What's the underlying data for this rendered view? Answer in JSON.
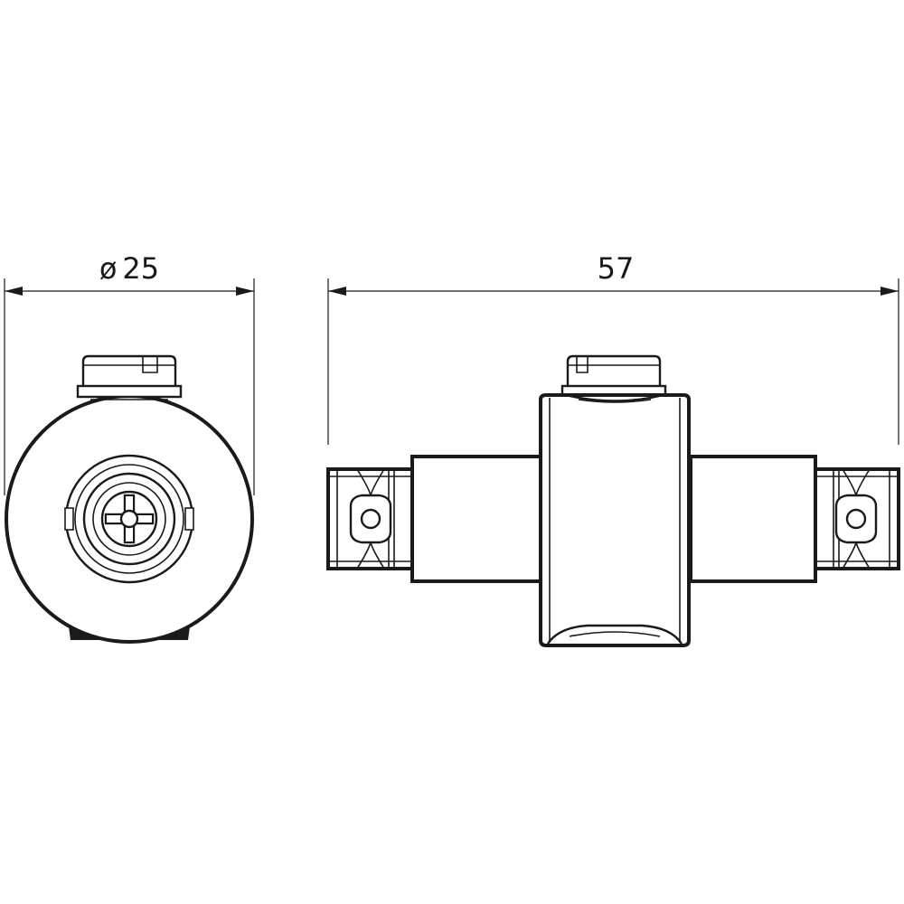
{
  "dimensions": {
    "diameter": {
      "symbol": "ø",
      "value": "25"
    },
    "length": {
      "value": "57"
    }
  },
  "views": {
    "end_view": "end-view",
    "side_view": "side-view"
  }
}
